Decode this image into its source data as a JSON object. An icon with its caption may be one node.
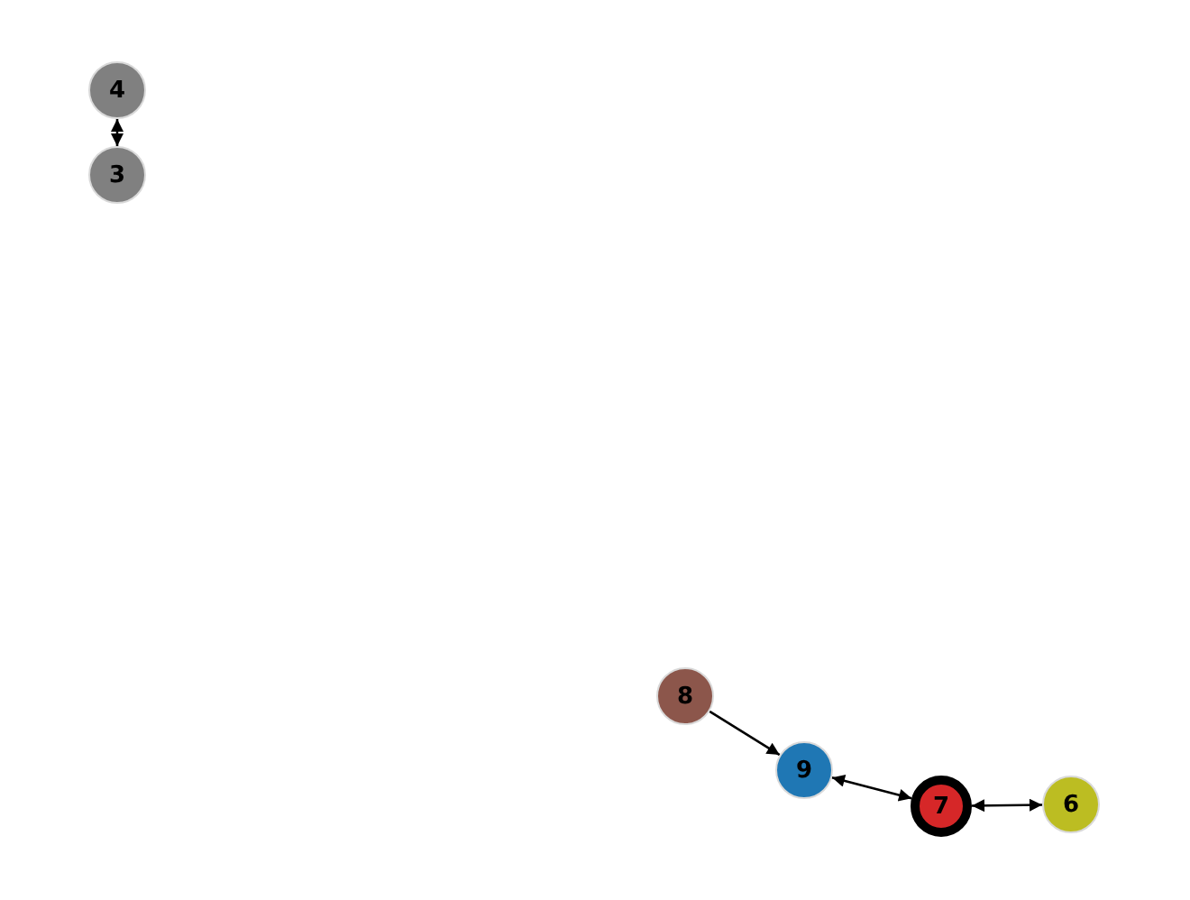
{
  "diagram": {
    "nodes": [
      {
        "text": [
          "4"
        ]
      },
      {
        "text": [
          "3"
        ]
      },
      {
        "text": [
          "8"
        ]
      },
      {
        "text": [
          "9"
        ]
      },
      {
        "text": [
          "7"
        ]
      },
      {
        "text": [
          "6"
        ]
      }
    ],
    "edges": [
      {
        "from": 0,
        "to": 1,
        "arrow": "both"
      },
      {
        "from": 2,
        "to": 3,
        "arrow": "to"
      },
      {
        "from": 3,
        "to": 4,
        "arrow": "both"
      },
      {
        "from": 4,
        "to": 5,
        "arrow": "both"
      }
    ]
  }
}
